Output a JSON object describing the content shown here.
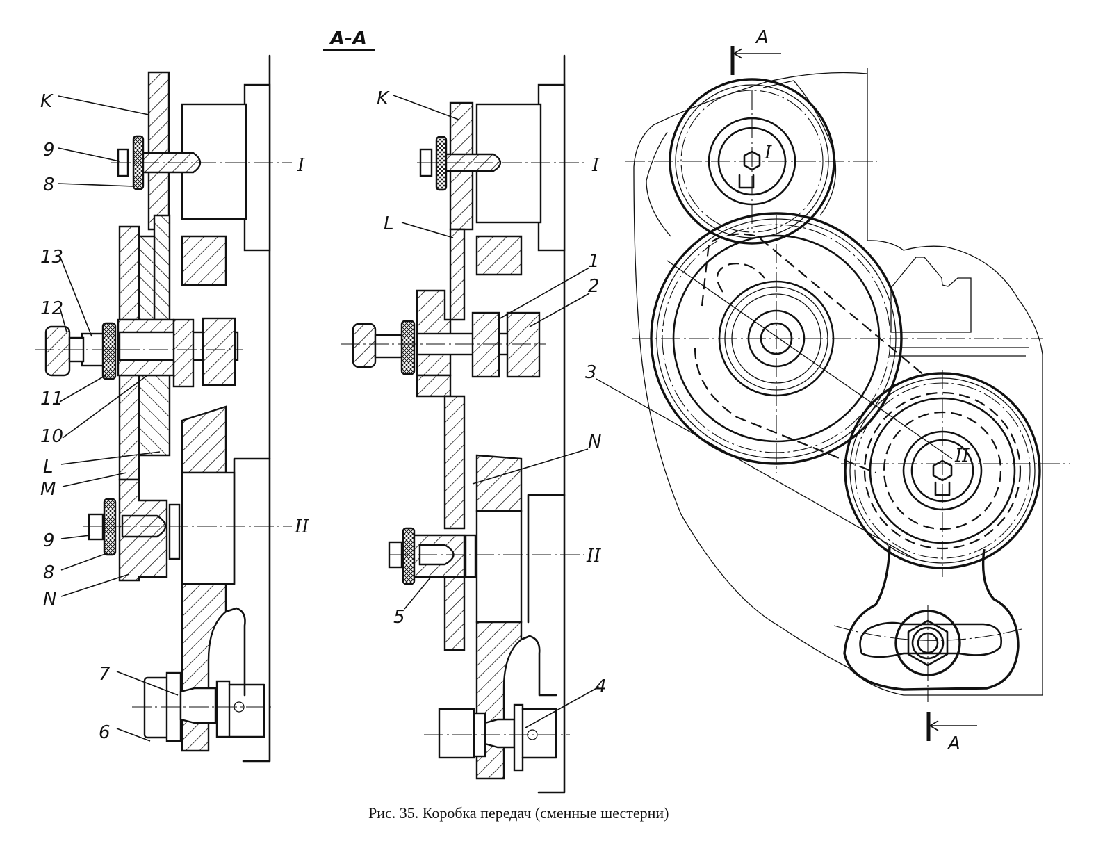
{
  "section_title": "A-A",
  "caption": "Рис. 35. Коробка передач (сменные шестерни)",
  "views": {
    "left_section": {
      "labels": {
        "K": "K",
        "nine_top": "9",
        "eight_top": "8",
        "thirteen": "13",
        "twelve": "12",
        "eleven": "11",
        "ten": "10",
        "L": "L",
        "M": "M",
        "nine_bottom": "9",
        "eight_bottom": "8",
        "N": "N",
        "seven": "7",
        "six": "6"
      },
      "axis_labels": {
        "axis_1": "I",
        "axis_2": "II"
      }
    },
    "middle_section": {
      "labels": {
        "K": "K",
        "L": "L",
        "one": "1",
        "two": "2",
        "N": "N",
        "five": "5",
        "four": "4"
      },
      "axis_labels": {
        "axis_1": "I",
        "axis_2": "II"
      }
    },
    "front_view": {
      "labels": {
        "three": "3",
        "cut_top": "A",
        "cut_bottom": "A"
      },
      "axis_labels": {
        "axis_1": "I",
        "axis_2": "II"
      }
    }
  }
}
